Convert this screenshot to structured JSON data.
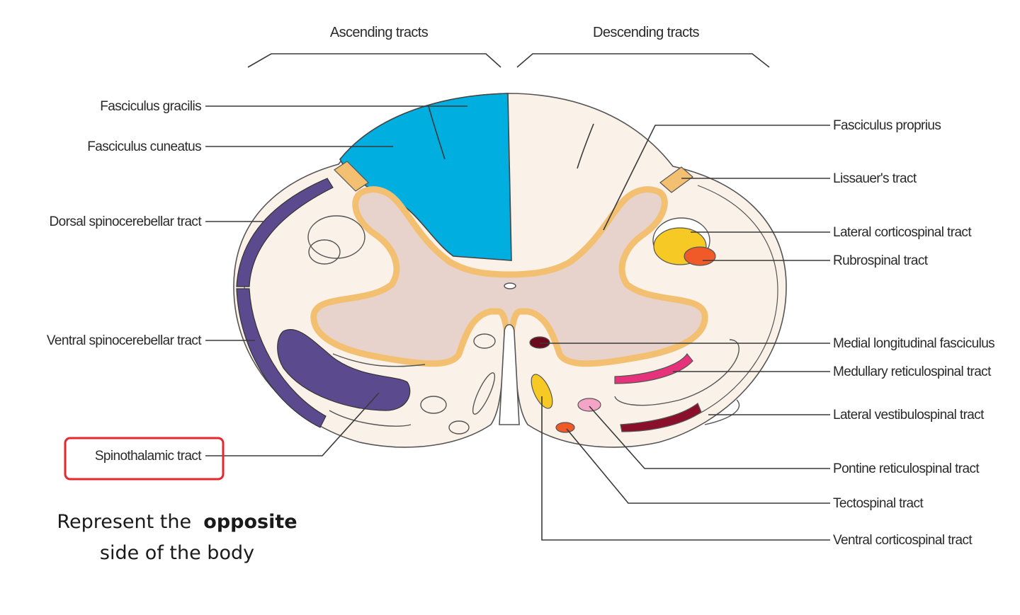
{
  "headers": {
    "ascending": "Ascending tracts",
    "descending": "Descending tracts"
  },
  "left_labels": {
    "fasciculus_gracilis": "Fasciculus gracilis",
    "fasciculus_cuneatus": "Fasciculus cuneatus",
    "dorsal_spinocerebellar": "Dorsal spinocerebellar tract",
    "ventral_spinocerebellar": "Ventral spinocerebellar tract",
    "spinothalamic": "Spinothalamic tract"
  },
  "right_labels": {
    "fasciculus_proprius": "Fasciculus proprius",
    "lissauer": "Lissauer's tract",
    "lateral_corticospinal": "Lateral corticospinal tract",
    "rubrospinal": "Rubrospinal tract",
    "medial_longitudinal": "Medial longitudinal fasciculus",
    "medullary_reticulospinal": "Medullary reticulospinal tract",
    "lateral_vestibulospinal": "Lateral vestibulospinal tract",
    "pontine_reticulospinal": "Pontine reticulospinal tract",
    "tectospinal": "Tectospinal tract",
    "ventral_corticospinal": "Ventral corticospinal tract"
  },
  "note": {
    "prefix": "Represent the",
    "emphasis": "opposite",
    "suffix": "side of the body"
  },
  "colors": {
    "dorsal_columns": "#00aee0",
    "spinocerebellar": "#5c4a8e",
    "grey_matter": "#e8d3cc",
    "grey_outline": "#f2c070",
    "white_matter": "#faf1e8",
    "highlight_box": "#e8262c"
  }
}
